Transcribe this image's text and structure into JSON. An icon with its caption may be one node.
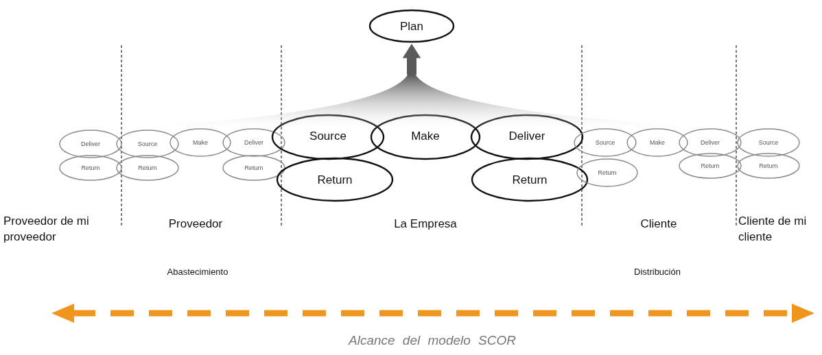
{
  "diagram": {
    "nodes": [
      {
        "text": [
          "Plan"
        ]
      },
      {
        "text": [
          "Deliver"
        ]
      },
      {
        "text": [
          "Source"
        ]
      },
      {
        "text": [
          "Make"
        ]
      },
      {
        "text": [
          "Deliver"
        ]
      },
      {
        "text": [
          "Return"
        ]
      },
      {
        "text": [
          "Return"
        ]
      },
      {
        "text": [
          "Return"
        ]
      },
      {
        "text": [
          "Source"
        ]
      },
      {
        "text": [
          "Make"
        ]
      },
      {
        "text": [
          "Deliver"
        ]
      },
      {
        "text": [
          "Return"
        ]
      },
      {
        "text": [
          "Return"
        ]
      },
      {
        "text": [
          "Source"
        ]
      },
      {
        "text": [
          "Make"
        ]
      },
      {
        "text": [
          "Deliver"
        ]
      },
      {
        "text": [
          "Source"
        ]
      },
      {
        "text": [
          "Return"
        ]
      },
      {
        "text": [
          "Return"
        ]
      },
      {
        "text": [
          "Return"
        ]
      },
      {
        "text": [],
        "shape": "fan"
      }
    ],
    "edges": [
      {
        "from": 20,
        "to": 0,
        "arrow": "to"
      }
    ],
    "labels": [
      "Proveedor de mi proveedor",
      "Proveedor",
      "La Empresa",
      "Cliente",
      "Cliente de mi cliente",
      "Abastecimiento",
      "Distribución",
      "Alcance del modelo SCOR"
    ]
  }
}
